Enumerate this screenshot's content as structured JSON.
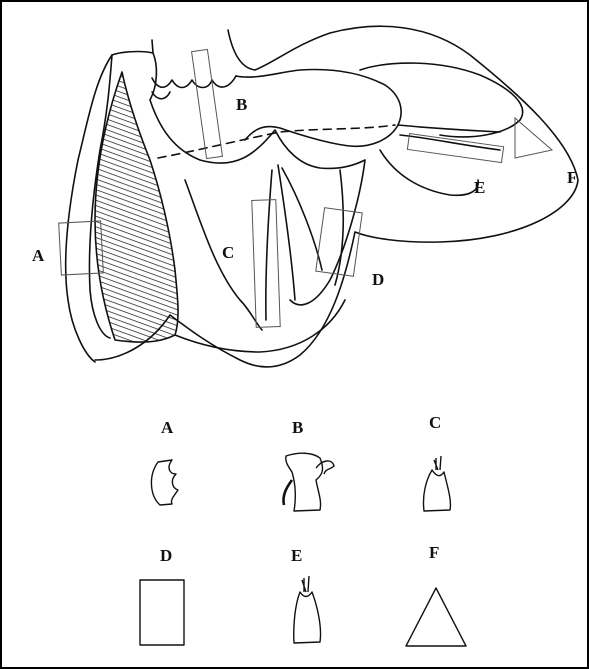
{
  "diagram": {
    "labels": {
      "A": "A",
      "B": "B",
      "C": "C",
      "D": "D",
      "E": "E",
      "F": "F"
    },
    "legend": [
      {
        "key": "A",
        "label": "A",
        "shape": "curved-slice"
      },
      {
        "key": "B",
        "label": "B",
        "shape": "valve-slice"
      },
      {
        "key": "C",
        "label": "C",
        "shape": "papillary-slice"
      },
      {
        "key": "D",
        "label": "D",
        "shape": "rectangle"
      },
      {
        "key": "E",
        "label": "E",
        "shape": "papillary-slice"
      },
      {
        "key": "F",
        "label": "F",
        "shape": "triangle"
      }
    ],
    "colors": {
      "ink": "#111111",
      "background": "#ffffff"
    }
  }
}
